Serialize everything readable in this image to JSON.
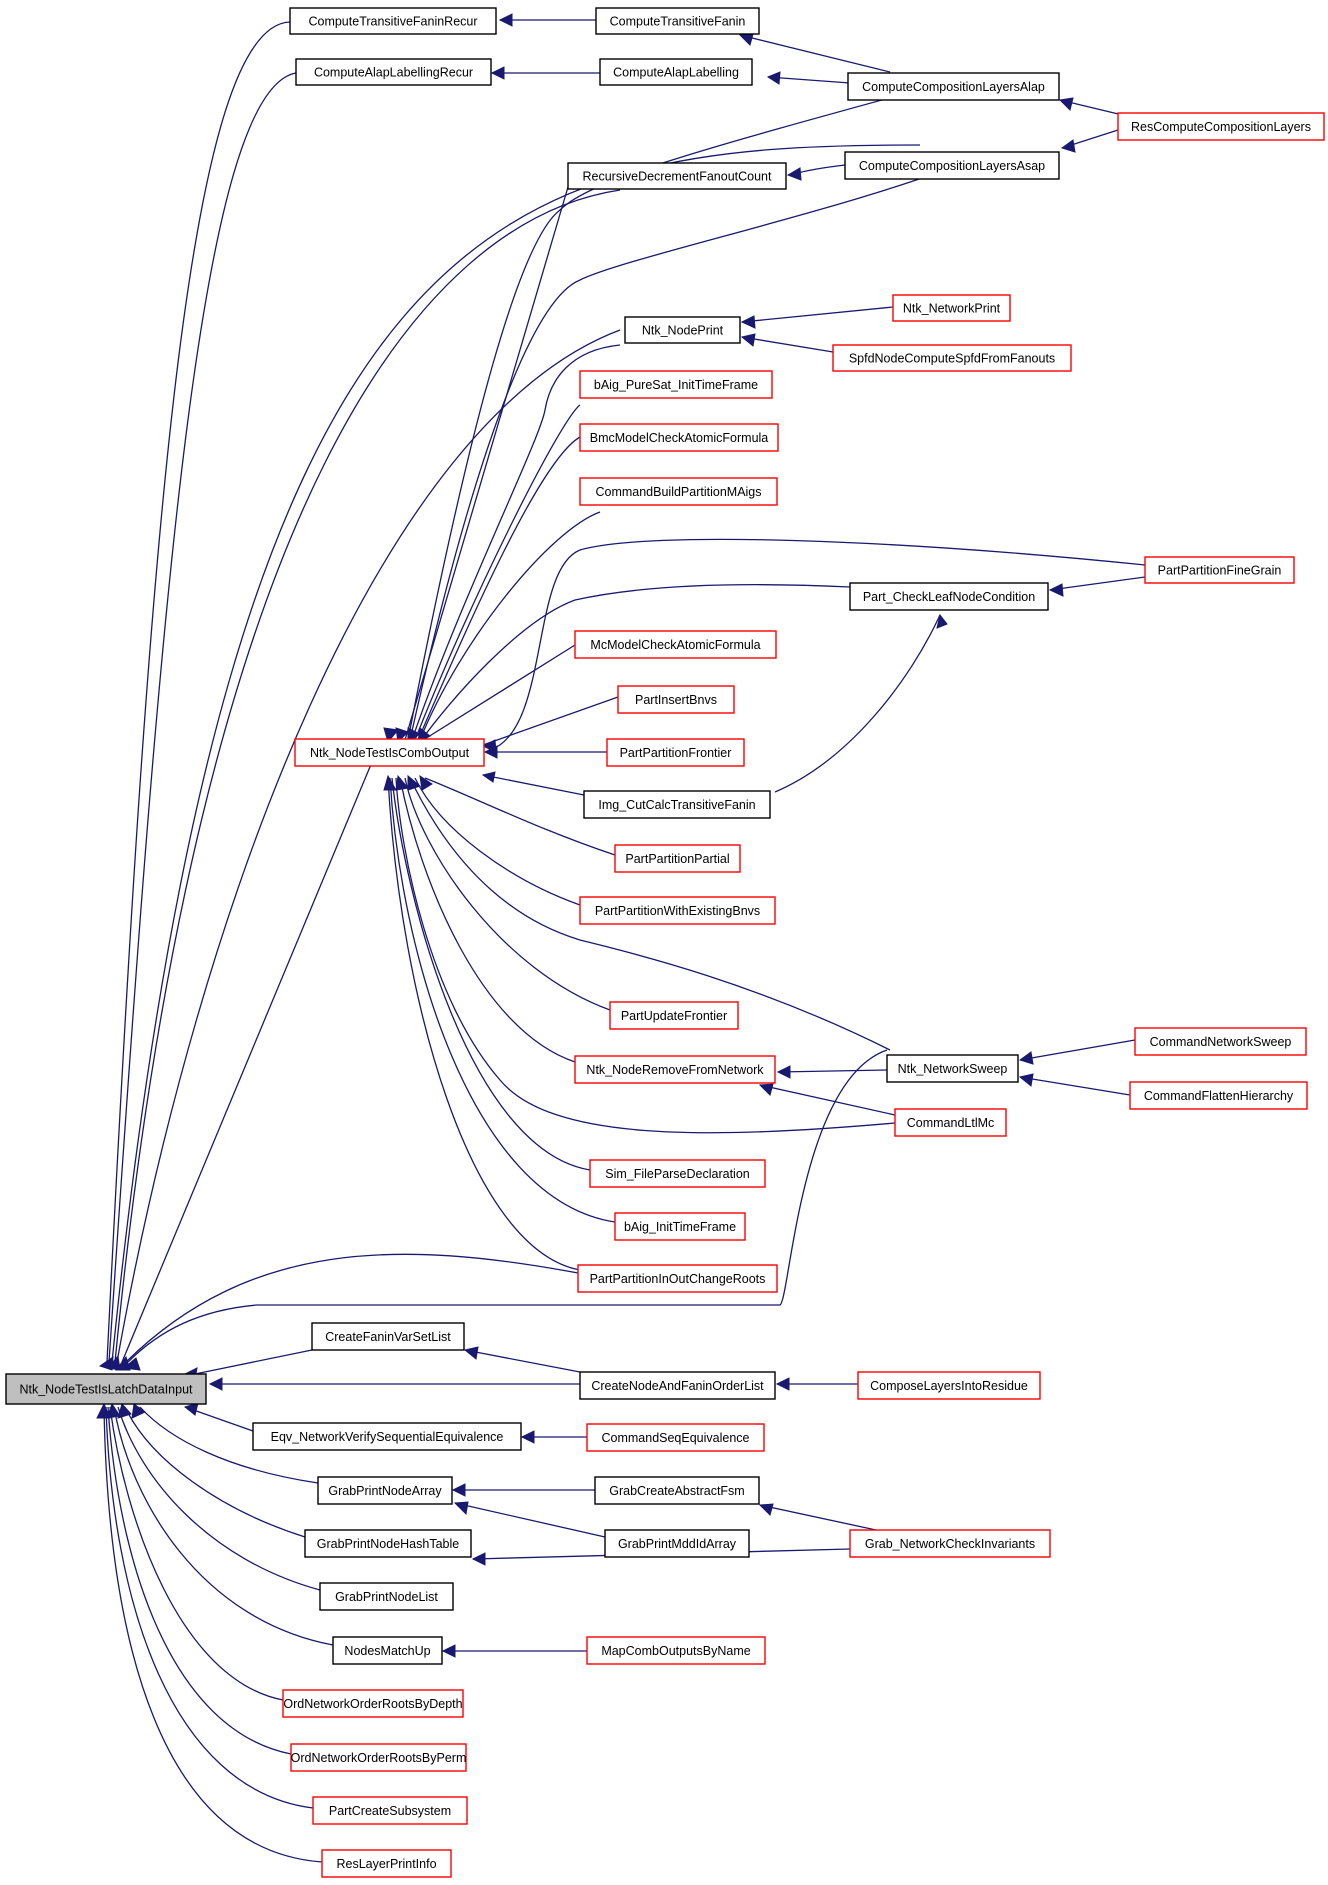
{
  "graph": {
    "edge_color": "#191970",
    "node_border_black": "#000000",
    "node_border_red": "#ff0000",
    "root_fill": "#bfbfbf",
    "nodes": [
      {
        "id": "root",
        "label": "Ntk_NodeTestIsLatchDataInput",
        "style": "root"
      },
      {
        "id": "ctfr",
        "label": "ComputeTransitiveFaninRecur",
        "style": "black"
      },
      {
        "id": "ctf",
        "label": "ComputeTransitiveFanin",
        "style": "black"
      },
      {
        "id": "calr",
        "label": "ComputeAlapLabellingRecur",
        "style": "black"
      },
      {
        "id": "cal",
        "label": "ComputeAlapLabelling",
        "style": "black"
      },
      {
        "id": "ccla",
        "label": "ComputeCompositionLayersAlap",
        "style": "black"
      },
      {
        "id": "rccl",
        "label": "ResComputeCompositionLayers",
        "style": "red"
      },
      {
        "id": "rdfc",
        "label": "RecursiveDecrementFanoutCount",
        "style": "black"
      },
      {
        "id": "cclas",
        "label": "ComputeCompositionLayersAsap",
        "style": "black"
      },
      {
        "id": "nnp",
        "label": "Ntk_NodePrint",
        "style": "black"
      },
      {
        "id": "nnetp",
        "label": "Ntk_NetworkPrint",
        "style": "red"
      },
      {
        "id": "spfd",
        "label": "SpfdNodeComputeSpfdFromFanouts",
        "style": "red"
      },
      {
        "id": "bps",
        "label": "bAig_PureSat_InitTimeFrame",
        "style": "red"
      },
      {
        "id": "bmc",
        "label": "BmcModelCheckAtomicFormula",
        "style": "red"
      },
      {
        "id": "cbpm",
        "label": "CommandBuildPartitionMAigs",
        "style": "red"
      },
      {
        "id": "ppfg",
        "label": "PartPartitionFineGrain",
        "style": "red"
      },
      {
        "id": "pclc",
        "label": "Part_CheckLeafNodeCondition",
        "style": "black"
      },
      {
        "id": "mcm",
        "label": "McModelCheckAtomicFormula",
        "style": "red"
      },
      {
        "id": "pib",
        "label": "PartInsertBnvs",
        "style": "red"
      },
      {
        "id": "comb",
        "label": "Ntk_NodeTestIsCombOutput",
        "style": "red"
      },
      {
        "id": "ppf",
        "label": "PartPartitionFrontier",
        "style": "red"
      },
      {
        "id": "icct",
        "label": "Img_CutCalcTransitiveFanin",
        "style": "black"
      },
      {
        "id": "ppp",
        "label": "PartPartitionPartial",
        "style": "red"
      },
      {
        "id": "ppweb",
        "label": "PartPartitionWithExistingBnvs",
        "style": "red"
      },
      {
        "id": "puf",
        "label": "PartUpdateFrontier",
        "style": "red"
      },
      {
        "id": "ncs",
        "label": "CommandNetworkSweep",
        "style": "red"
      },
      {
        "id": "nrfn",
        "label": "Ntk_NodeRemoveFromNetwork",
        "style": "red"
      },
      {
        "id": "nns",
        "label": "Ntk_NetworkSweep",
        "style": "black"
      },
      {
        "id": "cfh",
        "label": "CommandFlattenHierarchy",
        "style": "red"
      },
      {
        "id": "cltl",
        "label": "CommandLtlMc",
        "style": "red"
      },
      {
        "id": "sfpd",
        "label": "Sim_FileParseDeclaration",
        "style": "red"
      },
      {
        "id": "bait",
        "label": "bAig_InitTimeFrame",
        "style": "red"
      },
      {
        "id": "ppiocr",
        "label": "PartPartitionInOutChangeRoots",
        "style": "red"
      },
      {
        "id": "cfvsl",
        "label": "CreateFaninVarSetList",
        "style": "black"
      },
      {
        "id": "cnafol",
        "label": "CreateNodeAndFaninOrderList",
        "style": "black"
      },
      {
        "id": "clir",
        "label": "ComposeLayersIntoResidue",
        "style": "red"
      },
      {
        "id": "evse",
        "label": "Eqv_NetworkVerifySequentialEquivalence",
        "style": "black"
      },
      {
        "id": "cse",
        "label": "CommandSeqEquivalence",
        "style": "red"
      },
      {
        "id": "gpna",
        "label": "GrabPrintNodeArray",
        "style": "black"
      },
      {
        "id": "gcaf",
        "label": "GrabCreateAbstractFsm",
        "style": "black"
      },
      {
        "id": "gpmia",
        "label": "GrabPrintMddIdArray",
        "style": "black"
      },
      {
        "id": "gnci",
        "label": "Grab_NetworkCheckInvariants",
        "style": "red"
      },
      {
        "id": "gpnht",
        "label": "GrabPrintNodeHashTable",
        "style": "black"
      },
      {
        "id": "gpnl",
        "label": "GrabPrintNodeList",
        "style": "black"
      },
      {
        "id": "nmu",
        "label": "NodesMatchUp",
        "style": "black"
      },
      {
        "id": "mcobn",
        "label": "MapCombOutputsByName",
        "style": "red"
      },
      {
        "id": "onorbd",
        "label": "OrdNetworkOrderRootsByDepth",
        "style": "red"
      },
      {
        "id": "onorbp",
        "label": "OrdNetworkOrderRootsByPerm",
        "style": "red"
      },
      {
        "id": "pcs",
        "label": "PartCreateSubsystem",
        "style": "red"
      },
      {
        "id": "rlpi",
        "label": "ResLayerPrintInfo",
        "style": "red"
      }
    ]
  }
}
